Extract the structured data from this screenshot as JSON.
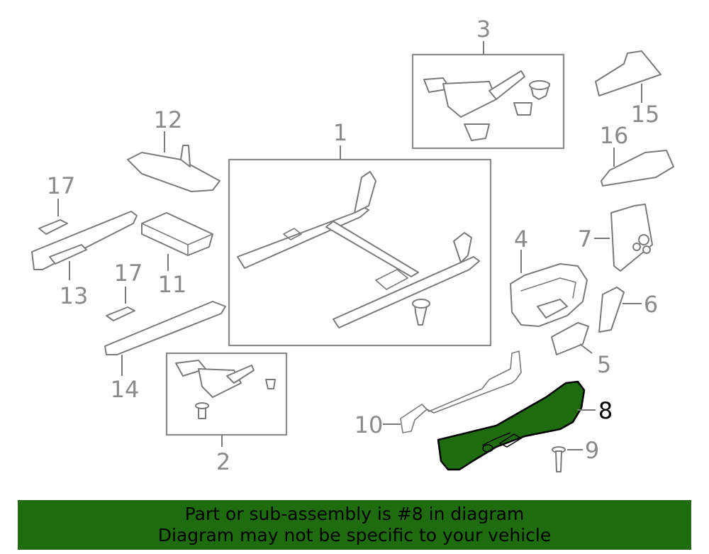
{
  "callouts": {
    "c1": "1",
    "c2": "2",
    "c3": "3",
    "c4": "4",
    "c5": "5",
    "c6": "6",
    "c7": "7",
    "c8": "8",
    "c9": "9",
    "c10": "10",
    "c11": "11",
    "c12": "12",
    "c13": "13",
    "c14": "14",
    "c15": "15",
    "c16": "16",
    "c17a": "17",
    "c17b": "17"
  },
  "highlight": {
    "part": "8",
    "color": "#1f6b10"
  },
  "banner": {
    "line1": "Part or sub-assembly is #8 in diagram",
    "line2": "Diagram may not be specific to your vehicle"
  }
}
